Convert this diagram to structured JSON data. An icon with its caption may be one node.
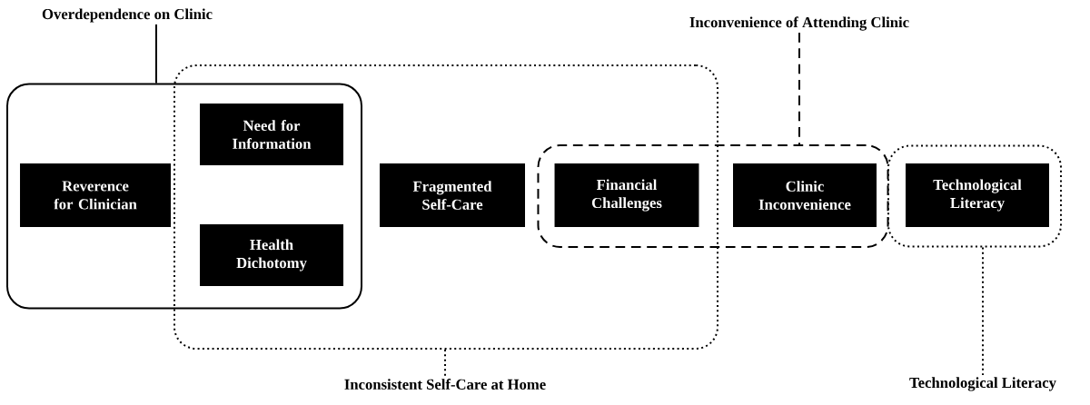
{
  "diagram": {
    "nodes": [
      {
        "text": [
          "Overdependence on Clinic"
        ]
      },
      {
        "text": [
          "Inconvenience of Attending Clinic"
        ]
      },
      {
        "text": [],
        "shape": "box"
      },
      {
        "text": [],
        "shape": "box"
      },
      {
        "text": [
          "Reverence for Clinician"
        ],
        "in": 2
      },
      {
        "text": [
          "Need for Information"
        ]
      },
      {
        "text": [
          "Health Dichotomy"
        ]
      },
      {
        "text": [
          "Fragmented Self-Care"
        ],
        "in": 3
      },
      {
        "text": [],
        "shape": "box"
      },
      {
        "text": [
          "Financial Challenges"
        ]
      },
      {
        "text": [
          "Clinic Inconvenience"
        ],
        "in": 8
      },
      {
        "text": [],
        "shape": "box"
      },
      {
        "text": [
          "Technological Literacy"
        ],
        "in": 11
      },
      {
        "text": [
          "Inconsistent Self-Care at Home"
        ]
      },
      {
        "text": [
          "Technological Literacy"
        ]
      }
    ],
    "edges": [
      {
        "from": 0,
        "to": 2,
        "arrow": "none"
      },
      {
        "from": 1,
        "to": 8,
        "arrow": "none",
        "style": "dashed"
      },
      {
        "from": 3,
        "to": 13,
        "arrow": "none",
        "style": "dashed"
      },
      {
        "from": 11,
        "to": 14,
        "arrow": "none",
        "style": "dashed"
      }
    ]
  }
}
